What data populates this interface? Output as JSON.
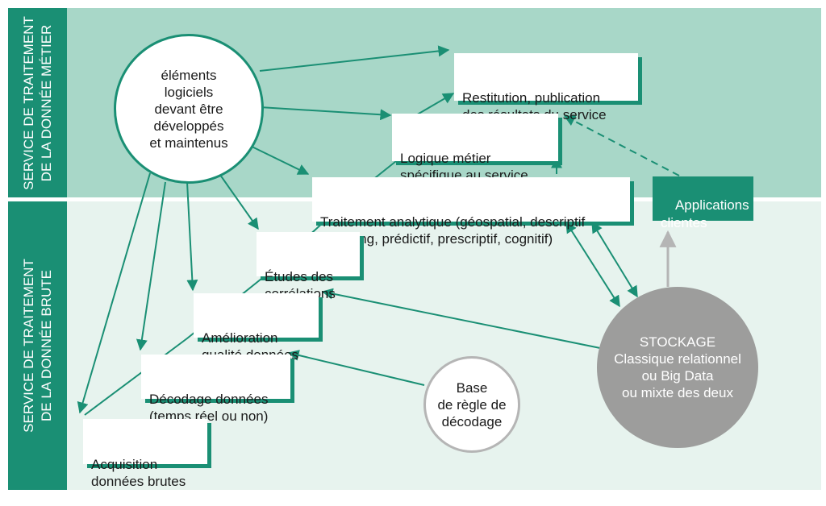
{
  "bands": {
    "top_label": "SERVICE DE TRAITEMENT\nDE LA DONNÉE MÉTIER",
    "bottom_label": "SERVICE DE TRAITEMENT\nDE LA DONNÉE BRUTE"
  },
  "nodes": {
    "elements": "éléments\nlogiciels\ndevant être\ndéveloppés\net maintenus",
    "restitution": "Restitution, publication\ndes résultats du service",
    "logique": "Logique métier\nspécifique au service",
    "traitement": "Traitement analytique (géospatial, descriptif\nreporting, prédictif, prescriptif, cognitif)",
    "applications": "Applications\nclientes",
    "etudes": "Études des\ncorrélations",
    "amelioration": "Amélioration\nqualité données",
    "decodage": "Décodage données\n(temps réel ou non)",
    "acquisition": "Acquisition\ndonnées brutes",
    "base": "Base\nde règle de\ndécodage",
    "stockage": "STOCKAGE\nClassique relationnel\nou Big Data\nou mixte des deux"
  },
  "colors": {
    "accent": "#1a8f74",
    "band_top": "#a8d7c8",
    "band_bottom": "#e7f3ee",
    "storage": "#9d9d9c",
    "gray_line": "#b5b5b5"
  }
}
